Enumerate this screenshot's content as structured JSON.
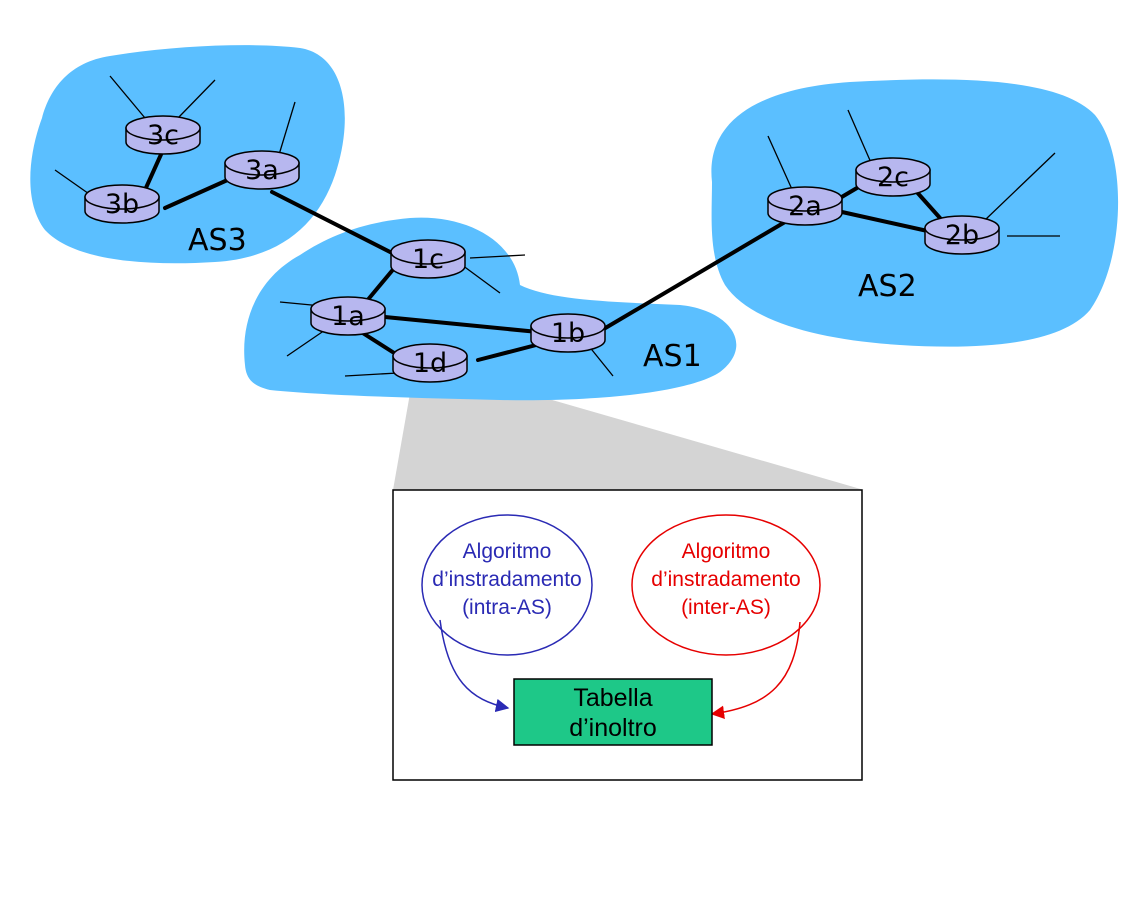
{
  "diagram": {
    "colors": {
      "as_fill": "#5bbfff",
      "router_fill": "#b7b7ef",
      "link": "#000000",
      "zoom": "#d4d4d4",
      "intra": "#2a2ab4",
      "inter": "#e60000",
      "table_fill": "#1ec888"
    },
    "autonomous_systems": {
      "as1": "AS1",
      "as2": "AS2",
      "as3": "AS3"
    },
    "routers": {
      "r3a": "3a",
      "r3b": "3b",
      "r3c": "3c",
      "r1a": "1a",
      "r1b": "1b",
      "r1c": "1c",
      "r1d": "1d",
      "r2a": "2a",
      "r2b": "2b",
      "r2c": "2c"
    },
    "detail": {
      "intra_algorithm": [
        "Algoritmo",
        "d’instradamento",
        "(intra-AS)"
      ],
      "inter_algorithm": [
        "Algoritmo",
        "d’instradamento",
        "(inter-AS)"
      ],
      "forwarding_table": [
        "Tabella",
        "d’inoltro"
      ]
    }
  }
}
